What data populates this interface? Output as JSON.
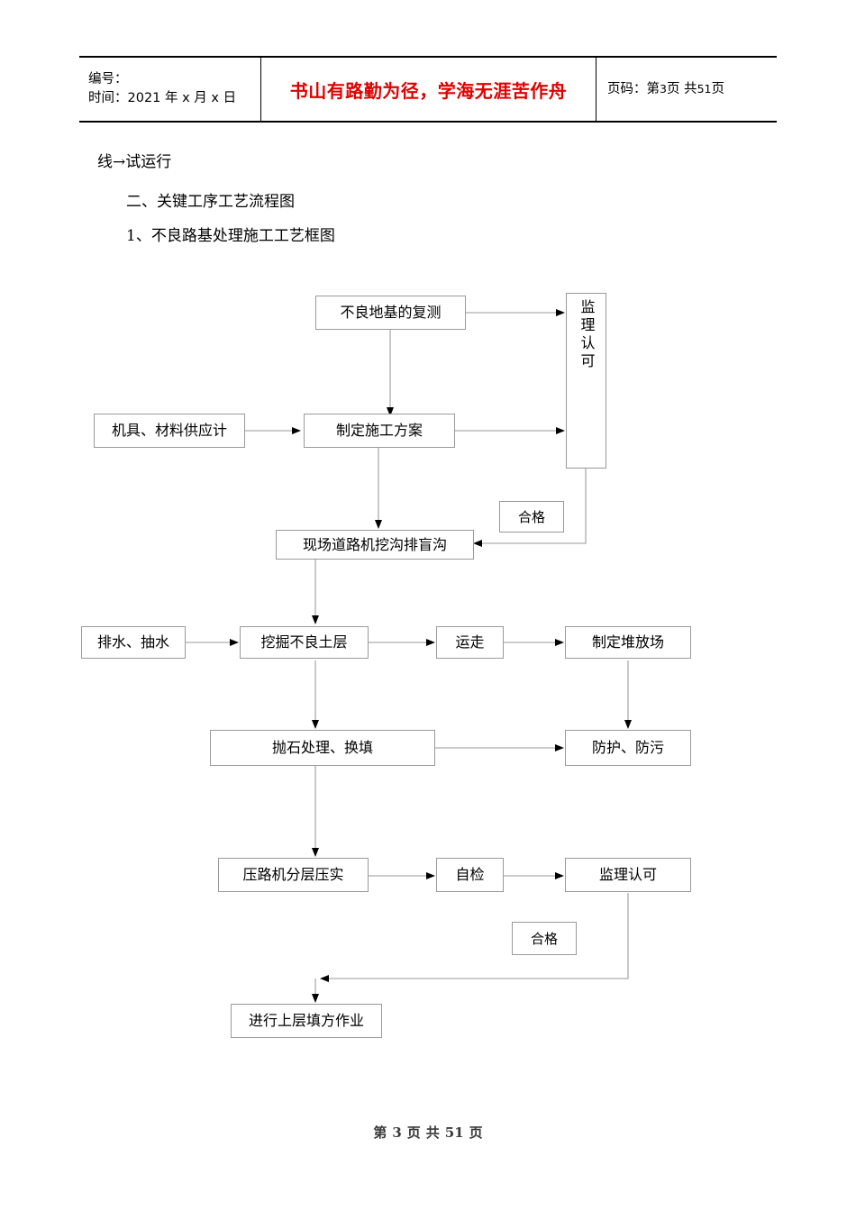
{
  "header": {
    "left": {
      "number_label": "编号：",
      "time_label": "时间：2021 年 x 月 x 日"
    },
    "motto": "书山有路勤为径，学海无涯苦作舟",
    "right": {
      "page_prefix": "页码：第",
      "page_current": "3",
      "page_mid": "页 共",
      "page_total": "51",
      "page_suffix": "页"
    }
  },
  "body": {
    "line1": "线→试运行",
    "line2": "二、关键工序工艺流程图",
    "line3": "1、不良路基处理施工工艺框图"
  },
  "flowchart": {
    "nodes": [
      {
        "id": "n1",
        "label": "不良地基的复测"
      },
      {
        "id": "n2",
        "label": "监理认可"
      },
      {
        "id": "n3",
        "label": "机具、材料供应计"
      },
      {
        "id": "n4",
        "label": "制定施工方案"
      },
      {
        "id": "n5",
        "label": "合格"
      },
      {
        "id": "n6",
        "label": "现场道路机挖沟排盲沟"
      },
      {
        "id": "n7",
        "label": "排水、抽水"
      },
      {
        "id": "n8",
        "label": "挖掘不良土层"
      },
      {
        "id": "n9",
        "label": "运走"
      },
      {
        "id": "n10",
        "label": "制定堆放场"
      },
      {
        "id": "n11",
        "label": "抛石处理、换填"
      },
      {
        "id": "n12",
        "label": "防护、防污"
      },
      {
        "id": "n13",
        "label": "压路机分层压实"
      },
      {
        "id": "n14",
        "label": "自检"
      },
      {
        "id": "n15",
        "label": "监理认可"
      },
      {
        "id": "n16",
        "label": "合格"
      },
      {
        "id": "n17",
        "label": "进行上层填方作业"
      }
    ]
  },
  "footer": {
    "prefix": "第",
    "current": "3",
    "mid": "页",
    "total_label": "共",
    "total": "51",
    "suffix": "页"
  },
  "colors": {
    "motto_red": "#e00000",
    "box_border": "#9a9a9a",
    "rule_black": "#000000"
  }
}
